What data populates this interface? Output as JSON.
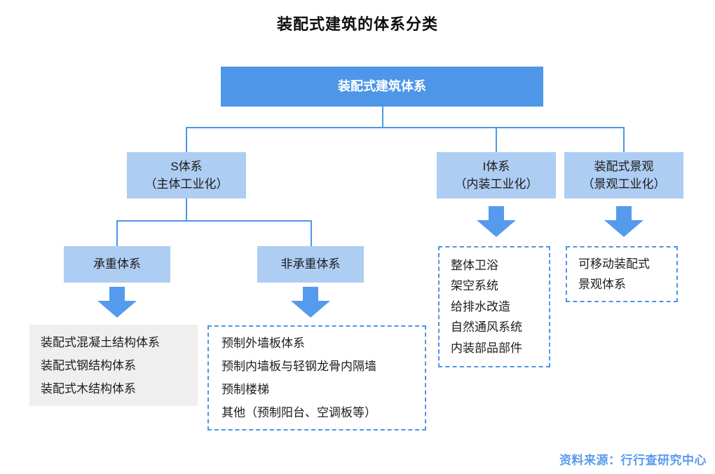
{
  "title": "装配式建筑的体系分类",
  "root": {
    "label": "装配式建筑体系"
  },
  "branches": {
    "s_system": {
      "title": "S体系",
      "subtitle": "（主体工业化）"
    },
    "i_system": {
      "title": "I体系",
      "subtitle": "（内装工业化）"
    },
    "landscape": {
      "title": "装配式景观",
      "subtitle": "（景观工业化）"
    }
  },
  "s_children": {
    "load_bearing": {
      "label": "承重体系"
    },
    "non_load_bearing": {
      "label": "非承重体系"
    }
  },
  "leaf_lists": {
    "load_bearing": {
      "items": [
        "装配式混凝土结构体系",
        "装配式钢结构体系",
        "装配式木结构体系"
      ]
    },
    "non_load_bearing": {
      "items": [
        "预制外墙板体系",
        "预制内墙板与轻钢龙骨内隔墙",
        "预制楼梯",
        "其他（预制阳台、空调板等）"
      ]
    },
    "i_system": {
      "items": [
        "整体卫浴",
        "架空系统",
        "给排水改造",
        "自然通风系统",
        "内装部品部件"
      ]
    },
    "landscape": {
      "items": [
        "可移动装配式",
        "景观体系"
      ]
    }
  },
  "source_note": "资料来源：行行查研究中心",
  "colors": {
    "root_box": "#4d96e8",
    "light_box": "#aecdf2",
    "connector": "#4d96e8",
    "arrow": "#549bee",
    "dashed_border": "#4d96e8",
    "gray_box": "#efefef",
    "source_text": "#5b9cee",
    "box_text": "#1a1a1a",
    "root_text": "#ffffff"
  }
}
